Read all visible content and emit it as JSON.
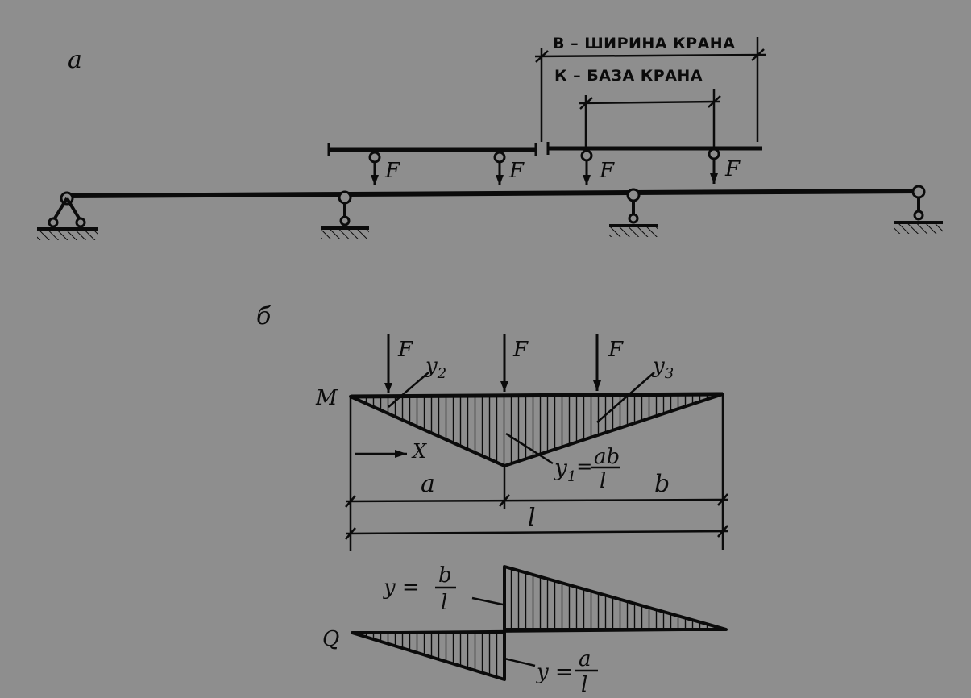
{
  "figure_a": {
    "panel_label": "a",
    "crane_width_label": "В – ШИРИНА КРАНА",
    "crane_base_label": "К – БАЗА КРАНА",
    "load_labels": [
      "F",
      "F",
      "F",
      "F"
    ]
  },
  "figure_b": {
    "panel_label": "б",
    "moment_diagram": {
      "label": "M",
      "load_labels": [
        "F",
        "F",
        "F"
      ],
      "y2_label": "y",
      "y2_sub": "2",
      "y3_label": "y",
      "y3_sub": "3",
      "x_label": "X",
      "y1_label": "y",
      "y1_sub": "1",
      "y1_eq": "=",
      "y1_num": "ab",
      "y1_den": "l",
      "a_label": "a",
      "b_label": "b",
      "l_label": "l"
    },
    "shear_diagram": {
      "label": "Q",
      "y_pos_label": "y =",
      "y_pos_num": "b",
      "y_pos_den": "l",
      "y_neg_label": "y =",
      "y_neg_num": "a",
      "y_neg_den": "l"
    }
  },
  "colors": {
    "background": "#8e8e8e",
    "ink": "#0b0b0b"
  }
}
